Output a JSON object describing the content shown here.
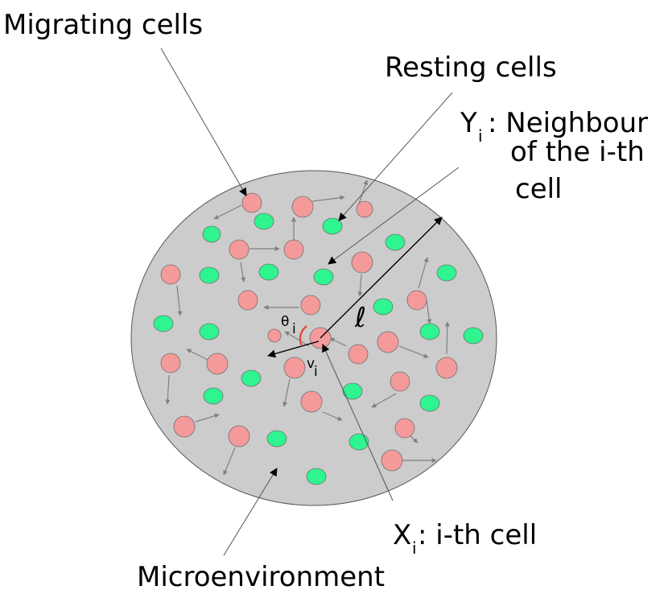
{
  "labels": {
    "migrating": "Migrating cells",
    "resting": "Resting cells",
    "neighbour_y": "Y",
    "neighbour_y_sub": "i",
    "neighbour_line1": ": Neighbour",
    "neighbour_line2": "of the i-th",
    "neighbour_line3": "cell",
    "theta": "θ",
    "theta_sub": "i",
    "velocity": "v",
    "velocity_sub": "i",
    "ell": "ℓ",
    "cell_x": "X",
    "cell_x_sub": "i",
    "cell_x_text": ": i-th cell",
    "micro": "Microenvironment"
  },
  "colors": {
    "environment": "#cccccc",
    "migrating_cell": "#f59a9a",
    "resting_cell": "#2ef58f",
    "angle_arc": "#e0463a"
  }
}
